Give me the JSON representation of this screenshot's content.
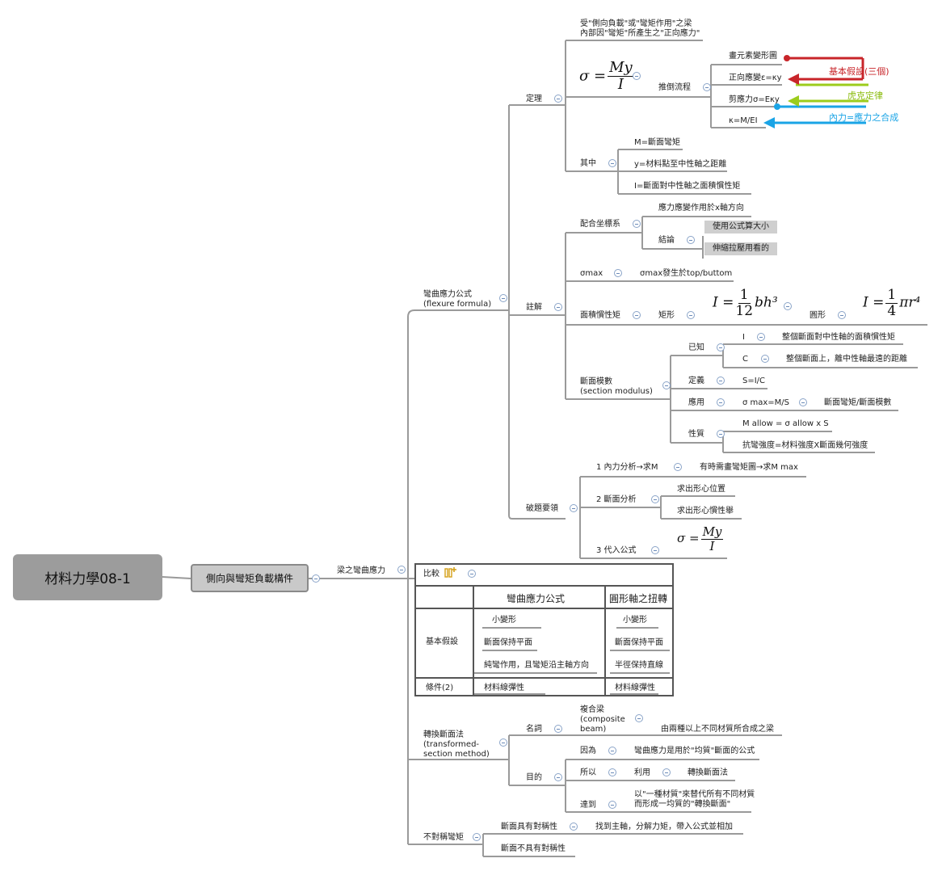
{
  "root": "材料力學08-1",
  "level1": "側向與彎矩負載構件",
  "beam_stress": "梁之彎曲應力",
  "flexure": {
    "label": "彎曲應力公式\n(flexure formula)",
    "definition": {
      "label": "定理",
      "desc": "受\"側向負載\"或\"彎矩作用\"之梁\n內部因\"彎矩\"所產生之\"正向應力\"",
      "formula": {
        "lhs": "σ =",
        "num": "My",
        "den": "I"
      },
      "derivation": {
        "label": "推倒流程",
        "steps": [
          "畫元素變形圖",
          "正向應變ε=κy",
          "剪應力σ=Eκy",
          "κ=M/EI"
        ]
      },
      "where": {
        "label": "其中",
        "items": [
          "M=斷面彎矩",
          "y=材料點至中性軸之距離",
          "I=斷面對中性軸之面積慣性矩"
        ]
      }
    },
    "notes": {
      "label": "註解",
      "coord": {
        "label": "配合坐標系",
        "stress_dir": "應力應變作用於x軸方向",
        "conclusion": {
          "label": "結論",
          "items": [
            "使用公式算大小",
            "伸縮拉壓用看的"
          ]
        }
      },
      "smax": {
        "label": "σmax",
        "text": "σmax發生於top/buttom"
      },
      "inertia": {
        "label": "面積慣性矩",
        "rect": {
          "label": "矩形",
          "lhs": "I =",
          "num": "1",
          "den": "12",
          "rest": "bh³"
        },
        "circle": {
          "label": "圓形",
          "lhs": "I =",
          "num": "1",
          "den": "4",
          "rest": "πr⁴"
        }
      },
      "modulus": {
        "label": "斷面模數\n(section modulus)",
        "known": {
          "label": "已知",
          "items": [
            {
              "k": "I",
              "v": "整個斷面對中性軸的面積慣性矩"
            },
            {
              "k": "C",
              "v": "整個斷面上，離中性軸最遠的距離"
            }
          ]
        },
        "def": {
          "label": "定義",
          "v": "S=I/C"
        },
        "use": {
          "label": "應用",
          "v": "σ max=M/S",
          "v2": "斷面彎矩/斷面模數"
        },
        "props": {
          "label": "性質",
          "items": [
            "M allow = σ allow x S",
            "抗彎強度=材料強度X斷面幾何強度"
          ]
        }
      }
    },
    "tips": {
      "label": "破題要領",
      "steps": [
        {
          "label": "1  內力分析→求M",
          "sub": [
            "有時需畫彎矩圖→求M max"
          ]
        },
        {
          "label": "2  斷面分析",
          "sub": [
            "求出形心位置",
            "求出形心慣性舉"
          ]
        },
        {
          "label": "3  代入公式",
          "formula": {
            "lhs": "σ =",
            "num": "My",
            "den": "I"
          }
        }
      ]
    }
  },
  "annotations": {
    "basic": "基本假設(三個)",
    "hooke": "虎克定律",
    "internal": "內力=應力之合成",
    "colors": {
      "basic": "#c8252a",
      "hooke": "#9ccc1c",
      "internal": "#1aa4e6"
    }
  },
  "compare": {
    "label": "比較",
    "col_headers": [
      "彎曲應力公式",
      "圓形軸之扭轉"
    ],
    "row_basic": "基本假設",
    "basic_bending": [
      "小變形",
      "斷面保持平面",
      "純彎作用，且彎矩沿主軸方向"
    ],
    "basic_torsion": [
      "小變形",
      "斷面保持平面",
      "半徑保持直線"
    ],
    "row_cond": "條件(2)",
    "cond_bending": "材料線彈性",
    "cond_torsion": "材料線彈性"
  },
  "transform": {
    "label": "轉換斷面法\n(transformed-\nsection method)",
    "noun": {
      "label": "名詞",
      "term": "複合梁\n(composite\nbeam)",
      "desc": "由兩種以上不同材質所合成之梁"
    },
    "purpose": {
      "label": "目的",
      "because": {
        "label": "因為",
        "v": "彎曲應力是用於\"均質\"斷面的公式"
      },
      "so": {
        "label": "所以",
        "v": "利用",
        "v2": "轉換斷面法"
      },
      "reach": {
        "label": "達到",
        "v": "以\"一種材質\"來替代所有不同材質\n而形成一均質的\"轉換斷面\""
      }
    }
  },
  "asym": {
    "label": "不對稱彎矩",
    "sym": {
      "label": "斷面具有對稱性",
      "v": "找到主軸，分解力矩，帶入公式並相加"
    },
    "nonsym": {
      "label": "斷面不具有對稱性"
    }
  }
}
